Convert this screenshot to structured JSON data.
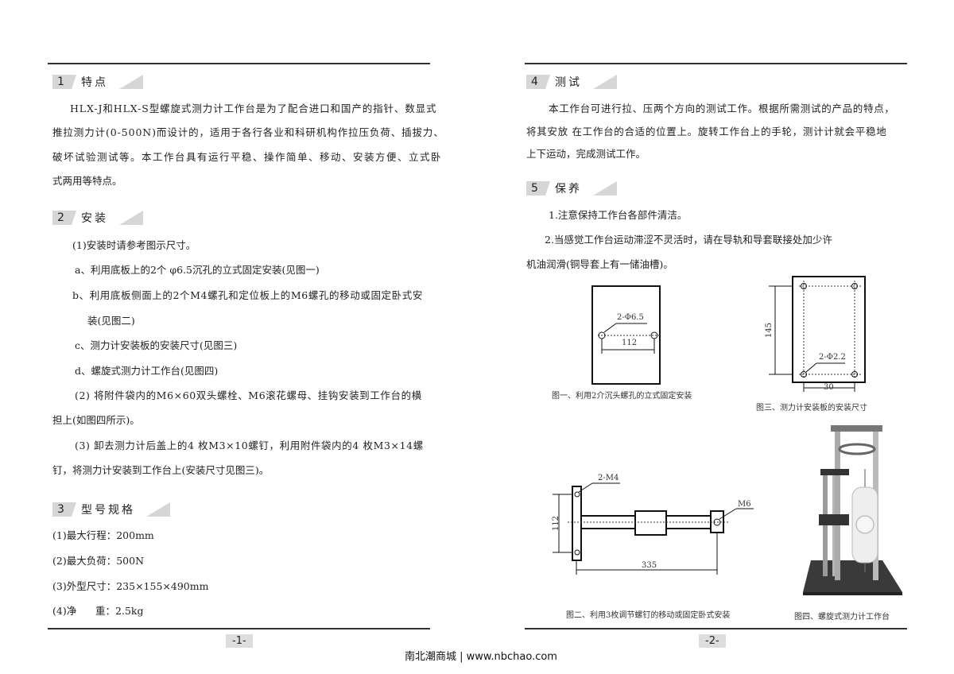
{
  "left_page": {
    "page_number": "-1-",
    "sections": [
      {
        "num": "1",
        "title": "特点",
        "lines": [
          "HLX-J和HLX-S型螺旋式测力计工作台是为了配合进口和国产的指针、数显式",
          "推拉测力计(0-500N)而设计的，适用于各行各业和科研机构作拉压负荷、插拔力、",
          "破坏试验测试等。本工作台具有运行平稳、操作简单、移动、安装方便、立式卧",
          "式两用等特点。"
        ]
      },
      {
        "num": "2",
        "title": "安装",
        "lines": [
          "(1)安装时请参考图示尺寸。",
          "a、利用底板上的2个 φ6.5沉孔的立式固定安装(见图一)",
          "b、利用底板侧面上的2个M4螺孔和定位板上的M6螺孔的移动或固定卧式安",
          "装(见图二)",
          "c、测力计安装板的安装尺寸(见图三)",
          "d、螺旋式测力计工作台(见图四)",
          "(2)   将附件袋内的M6×60双头螺栓、M6滚花螺母、挂钩安装到工作台的横",
          "担上(如图四所示)。",
          "(3)   卸去测力计后盖上的4 枚M3×10螺钉，利用附件袋内的4 枚M3×14螺",
          "钉，将测力计安装到工作台上(安装尺寸见图三)。"
        ]
      },
      {
        "num": "3",
        "title": "型号规格",
        "lines": [
          "(1)最大行程：200mm",
          "(2)最大负荷：500N",
          "(3)外型尺寸：235×155×490mm",
          "(4)净      重：2.5kg"
        ]
      }
    ]
  },
  "right_page": {
    "page_number": "-2-",
    "sections": [
      {
        "num": "4",
        "title": "测试",
        "lines": [
          "本工作台可进行拉、压两个方向的测试工作。根据所需测试的产品的特点，",
          "将其安放 在工作台的合适的位置上。旋转工作台上的手轮，测计计就会平稳地",
          "上下运动，完成测试工作。"
        ]
      },
      {
        "num": "5",
        "title": "保养",
        "lines": [
          "1.注意保持工作台各部件清洁。",
          "2.当感觉工作台运动滞涩不灵活时，请在导轨和导套联接处加少许",
          "机油润滑(铜导套上有一储油槽)。"
        ]
      }
    ],
    "figures": {
      "fig1": {
        "caption": "图一、利用2介沉头螺孔的立式固定安装",
        "hole_label": "2-Φ6.5",
        "dim": "112"
      },
      "fig2": {
        "caption": "图二、利用3枚调节螺钉的移动或固定卧式安装",
        "hole_label": "2-M4",
        "m6_label": "M6",
        "dim_v": "112",
        "dim_h": "335"
      },
      "fig3": {
        "caption": "图三、测力计安装板的安装尺寸",
        "hole_label": "2-Φ2.2",
        "dim_v": "145",
        "dim_h": "30"
      },
      "fig4": {
        "caption": "图四、螺旋式测力计工作台"
      }
    }
  },
  "footer": "南北潮商城 | www.nbchao.com"
}
